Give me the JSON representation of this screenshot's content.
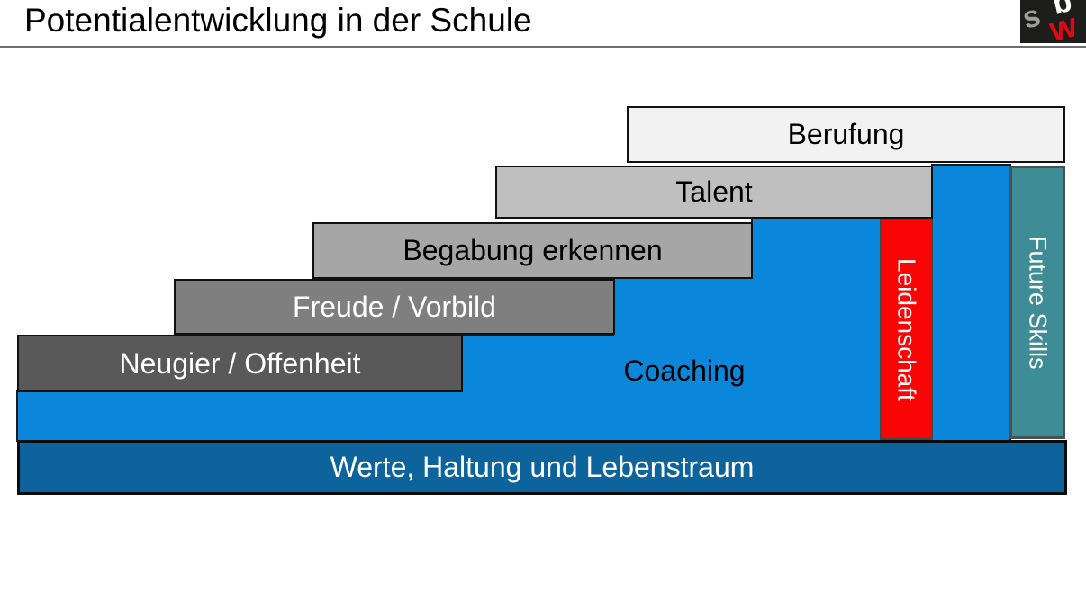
{
  "header": {
    "title": "Potentialentwicklung in der Schule",
    "logo": {
      "name": "sbw",
      "background": "#1d1d1b",
      "letters": [
        {
          "char": "s",
          "color": "#9d9d9c"
        },
        {
          "char": "b",
          "color": "#ffffff"
        },
        {
          "char": "w",
          "color": "#e30613"
        }
      ]
    }
  },
  "diagram": {
    "steps": [
      {
        "label": "Neugier / Offenheit",
        "bg": "#595959",
        "text_color": "#ffffff"
      },
      {
        "label": "Freude / Vorbild",
        "bg": "#7f7f7f",
        "text_color": "#ffffff"
      },
      {
        "label": "Begabung erkennen",
        "bg": "#a6a6a6",
        "text_color": "#000000"
      },
      {
        "label": "Talent",
        "bg": "#bfbfbf",
        "text_color": "#000000"
      },
      {
        "label": "Berufung",
        "bg": "#f2f2f2",
        "text_color": "#000000"
      }
    ],
    "coaching_area": {
      "label": "Coaching",
      "bg": "#0a86da",
      "text_color": "#000000"
    },
    "vertical_bars": [
      {
        "label": "Leidenschaft",
        "bg": "#f90505",
        "text_color": "#ffffff"
      },
      {
        "label": "Future Skills",
        "bg": "#3e8d96",
        "text_color": "#ffffff"
      }
    ],
    "base_bar": {
      "label": "Werte, Haltung und Lebenstraum",
      "bg": "#0d649d",
      "text_color": "#ffffff"
    }
  }
}
